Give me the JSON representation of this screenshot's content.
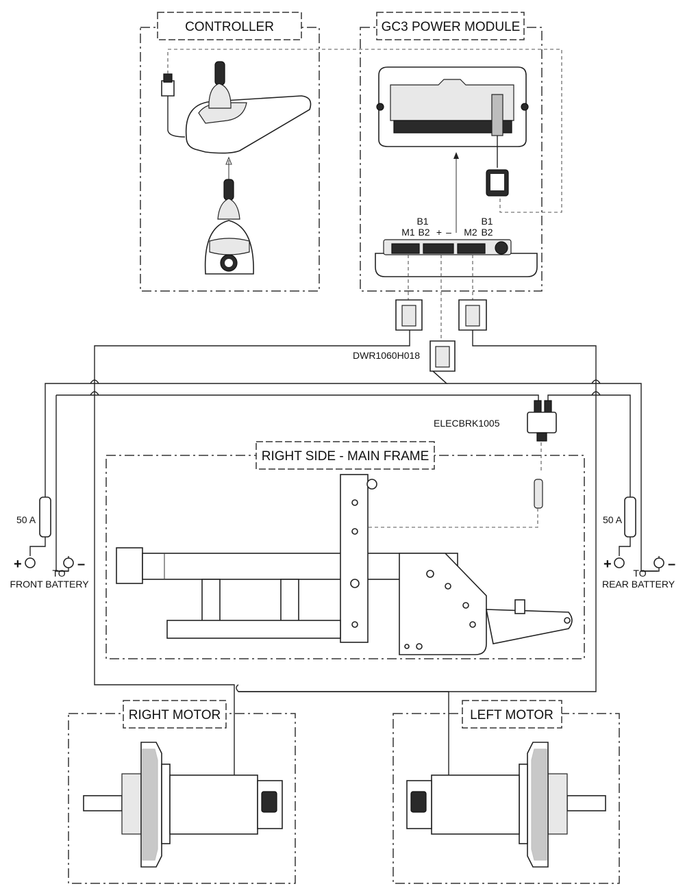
{
  "sections": {
    "controller": "CONTROLLER",
    "power_module": "GC3 POWER MODULE",
    "main_frame": "RIGHT SIDE - MAIN FRAME",
    "right_motor": "RIGHT MOTOR",
    "left_motor": "LEFT MOTOR"
  },
  "terminals": {
    "row1_left": "B1",
    "row1_right": "B1",
    "m1": "M1",
    "b2_left": "B2",
    "plus": "+",
    "minus": "–",
    "m2": "M2",
    "b2_right": "B2"
  },
  "parts": {
    "harness": "DWR1060H018",
    "breaker": "ELECBRK1005"
  },
  "batteries": {
    "fuse_left": "50 A",
    "fuse_right": "50 A",
    "front_plus": "+",
    "front_minus": "–",
    "front_to": "TO",
    "front_label": "FRONT BATTERY",
    "rear_plus": "+",
    "rear_minus": "–",
    "rear_to": "TO",
    "rear_label": "REAR BATTERY"
  }
}
